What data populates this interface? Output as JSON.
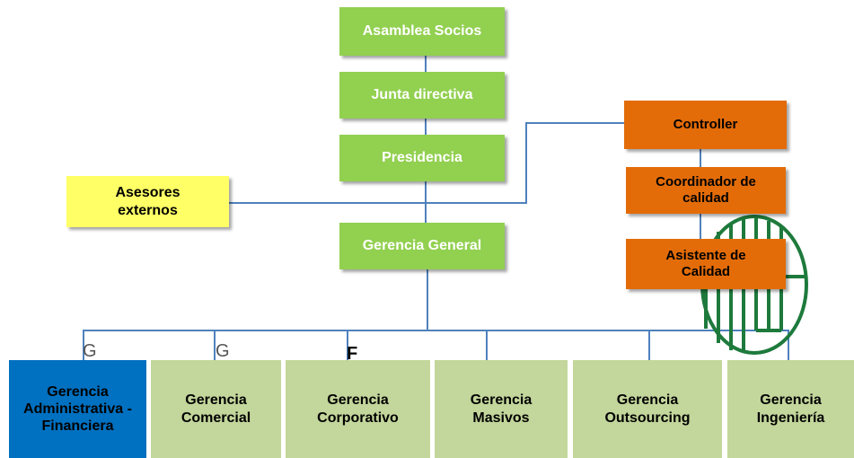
{
  "nodes": {
    "asamblea": "Asamblea Socios",
    "junta": "Junta directiva",
    "presidencia": "Presidencia",
    "asesores": "Asesores externos",
    "gerencia_general": "Gerencia General",
    "controller": "Controller",
    "coordinador": "Coordinador de calidad",
    "asistente": "Asistente de Calidad"
  },
  "departments": [
    "Gerencia Administrativa -Financiera",
    "Gerencia Comercial",
    "Gerencia Corporativo",
    "Gerencia Masivos",
    "Gerencia Outsourcing",
    "Gerencia Ingeniería"
  ],
  "fragments": [
    "G",
    "G",
    "F"
  ],
  "colors": {
    "executive_green": "#92d050",
    "quality_orange": "#e36c09",
    "advisor_yellow": "#ffff66",
    "department_green": "#c3d69b",
    "highlight_blue": "#0070c0",
    "connector_blue": "#4f81bd",
    "logo_green": "#1e7a3c"
  }
}
